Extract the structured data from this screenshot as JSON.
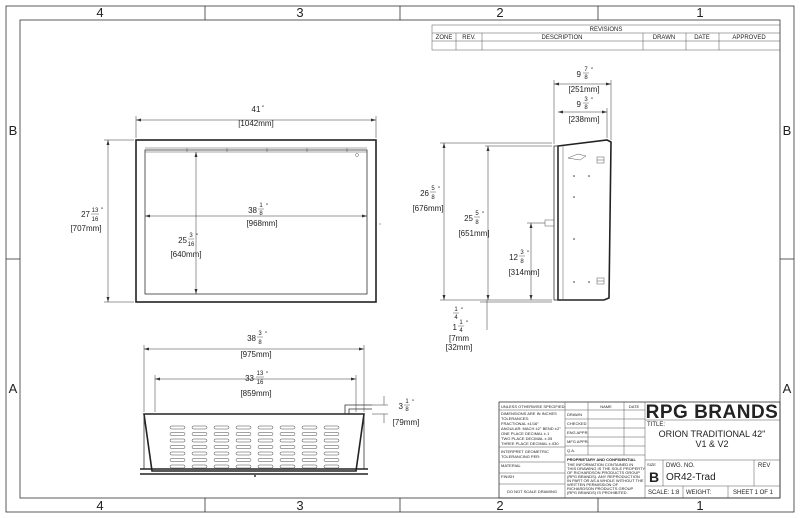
{
  "zones": {
    "cols": [
      "4",
      "3",
      "2",
      "1"
    ],
    "rows": [
      "B",
      "A"
    ]
  },
  "revisions": {
    "title": "REVISIONS",
    "headers": [
      "ZONE",
      "REV.",
      "DESCRIPTION",
      "DRAWN",
      "DATE",
      "APPROVED"
    ]
  },
  "front_view": {
    "overall_width": {
      "whole": "41",
      "num": "",
      "den": "",
      "unit": "\"",
      "mm": "[1042mm]"
    },
    "overall_height": {
      "whole": "27",
      "num": "13",
      "den": "16",
      "unit": "\"",
      "mm": "[707mm]"
    },
    "glass_width": {
      "whole": "38",
      "num": "1",
      "den": "8",
      "unit": "\"",
      "mm": "[968mm]"
    },
    "glass_height": {
      "whole": "25",
      "num": "3",
      "den": "16",
      "unit": "\"",
      "mm": "[640mm]"
    }
  },
  "side_view": {
    "depth_total": {
      "whole": "9",
      "num": "7",
      "den": "8",
      "unit": "\"",
      "mm": "[251mm]"
    },
    "depth_body": {
      "whole": "9",
      "num": "3",
      "den": "8",
      "unit": "\"",
      "mm": "[238mm]"
    },
    "height_total": {
      "whole": "26",
      "num": "5",
      "den": "8",
      "unit": "\"",
      "mm": "[676mm]"
    },
    "height_body": {
      "whole": "25",
      "num": "5",
      "den": "8",
      "unit": "\"",
      "mm": "[651mm]"
    },
    "height_mid": {
      "whole": "12",
      "num": "3",
      "den": "8",
      "unit": "\"",
      "mm": "[314mm]"
    },
    "offset_small": {
      "whole": "",
      "num": "1",
      "den": "4",
      "unit": "\""
    },
    "offset_large": {
      "whole": "1",
      "num": "1",
      "den": "4",
      "unit": "\""
    },
    "offset_mm_a": "[7mm",
    "offset_mm_b": "[32mm]"
  },
  "top_view": {
    "width_outer": {
      "whole": "38",
      "num": "3",
      "den": "8",
      "unit": "\"",
      "mm": "[975mm]"
    },
    "width_inner": {
      "whole": "33",
      "num": "13",
      "den": "16",
      "unit": "\"",
      "mm": "[859mm]"
    },
    "pipe_depth": {
      "whole": "3",
      "num": "1",
      "den": "8",
      "unit": "\"",
      "mm": "[79mm]"
    }
  },
  "title_block": {
    "tolerance_title": "UNLESS OTHERWISE SPECIFIED:",
    "tolerance_lines": [
      "DIMENSIONS ARE IN INCHES",
      "TOLERANCES:",
      "FRACTIONAL  ±1/16\"",
      "ANGULAR: MACH ±2° BEND ±2°",
      "ONE PLACE DECIMAL   ±.1",
      "TWO PLACE DECIMAL   ±.05",
      "THREE PLACE DECIMAL  ±.030"
    ],
    "interpret_lines": [
      "INTERPRET GEOMETRIC",
      "TOLERANCING PER:"
    ],
    "material_label": "MATERIAL",
    "finish_label": "FINISH",
    "no_scale": "DO NOT SCALE DRAWING",
    "col_name": "NAME",
    "col_date": "DATE",
    "roles": [
      "DRAWN",
      "CHECKED",
      "ENG APPR.",
      "MFG APPR.",
      "Q.A."
    ],
    "proprietary_title": "PROPRIETARY AND CONFIDENTIAL",
    "proprietary_lines": [
      "THE INFORMATION CONTAINED IN",
      "THIS DRAWING IS THE SOLE PROPERTY",
      "OF RICHARDSON PRODUCTS GROUP",
      "(RPG BRANDS). ANY REPRODUCTION",
      "IN PART OR AS A WHOLE WITHOUT THE",
      "WRITTEN PERMISSION OF",
      "RICHARDSON PRODUCTS GROUP",
      "(RPG BRANDS) IS PROHIBITED."
    ],
    "brand": "RPG BRANDS",
    "title_label": "TITLE:",
    "title_line1": "ORION TRADITIONAL 42\"",
    "title_line2": "V1 & V2",
    "size_label": "SIZE",
    "size_value": "B",
    "dwg_label": "DWG.  NO.",
    "dwg_value": "OR42-Trad",
    "rev_label": "REV",
    "scale": "SCALE: 1:8",
    "weight": "WEIGHT:",
    "sheet": "SHEET 1 OF 1"
  }
}
